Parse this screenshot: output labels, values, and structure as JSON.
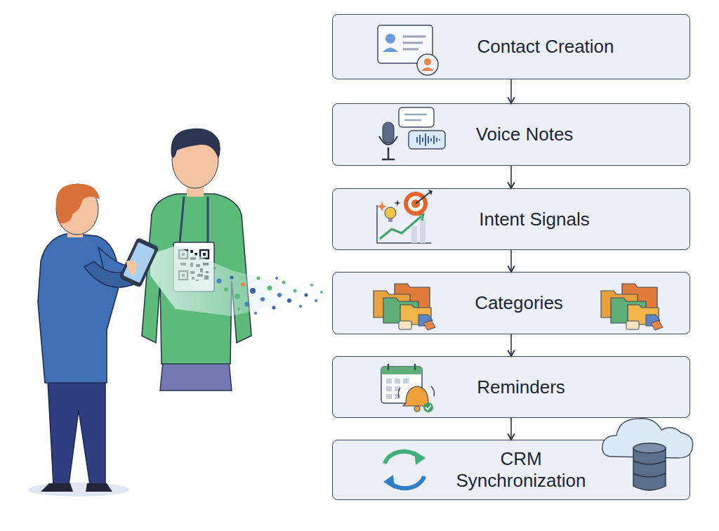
{
  "diagram": {
    "nodes": [
      {
        "text": [
          "Contact Creation"
        ]
      },
      {
        "text": [
          "Voice Notes"
        ]
      },
      {
        "text": [
          "Intent Signals"
        ]
      },
      {
        "text": [
          "Categories"
        ]
      },
      {
        "text": [
          "Reminders"
        ]
      },
      {
        "text": [
          "CRM Synchronization"
        ]
      }
    ],
    "edges": [
      {
        "from": 0,
        "to": 1,
        "arrow": "to"
      },
      {
        "from": 1,
        "to": 2,
        "arrow": "to"
      },
      {
        "from": 2,
        "to": 3,
        "arrow": "to"
      },
      {
        "from": 3,
        "to": 4,
        "arrow": "to"
      },
      {
        "from": 4,
        "to": 5,
        "arrow": "to"
      }
    ]
  }
}
